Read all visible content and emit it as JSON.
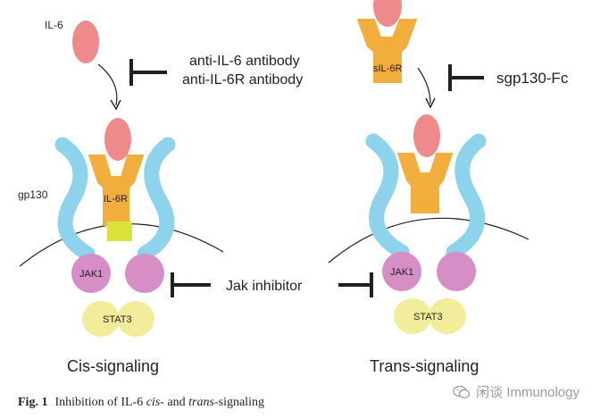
{
  "labels": {
    "il6": "IL-6",
    "anti_il6": "anti-IL-6 antibody",
    "anti_il6r": "anti-IL-6R antibody",
    "gp130": "gp130",
    "il6r": "IL-6R",
    "sil6r": "sIL-6R",
    "sgp130fc": "sgp130-Fc",
    "jak1_left": "JAK1",
    "jak1_right": "JAK1",
    "stat3_left": "STAT3",
    "stat3_right": "STAT3",
    "jak_inhibitor": "Jak inhibitor",
    "cis": "Cis-signaling",
    "trans": "Trans-signaling"
  },
  "caption": {
    "fig": "Fig. 1",
    "pre": "Inhibition of IL-6 ",
    "cis": "cis",
    "mid": "- and ",
    "trans": "trans",
    "post": "-signaling"
  },
  "watermark": "闲谈 Immunology",
  "colors": {
    "il6": "#ee8a8c",
    "receptor": "#f2ae3c",
    "gp130": "#8dd3ec",
    "jak1": "#d68ec6",
    "stat3": "#f1ed9a",
    "tm_box": "#d8e23a",
    "ink": "#231f20"
  }
}
